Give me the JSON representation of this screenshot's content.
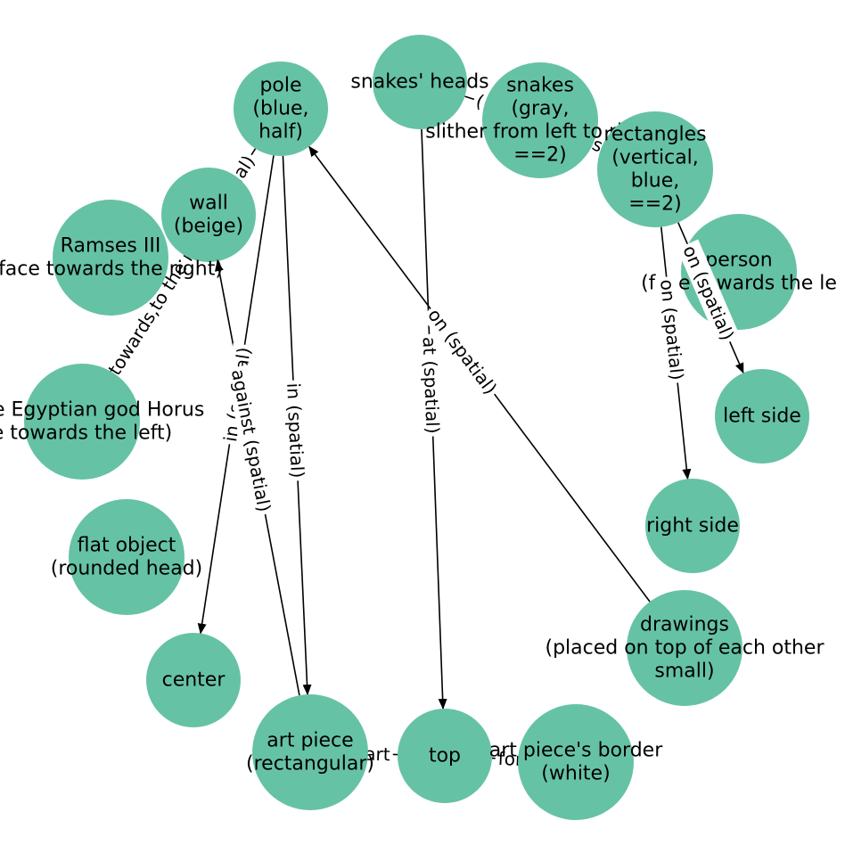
{
  "graph": {
    "node_color": "#66c2a5",
    "edge_color": "#000000",
    "nodes": [
      {
        "id": "pole",
        "lines": [
          "pole",
          "(blue,",
          "half)"
        ]
      },
      {
        "id": "snakes-heads",
        "lines": [
          "snakes' heads"
        ]
      },
      {
        "id": "snakes",
        "lines": [
          "snakes",
          "(gray,",
          "slither from left to right",
          "==2)"
        ]
      },
      {
        "id": "rectangles",
        "lines": [
          "rectangles",
          "(vertical,",
          "blue,",
          "==2)"
        ]
      },
      {
        "id": "wall",
        "lines": [
          "wall",
          "(beige)"
        ]
      },
      {
        "id": "ramses",
        "lines": [
          "Ramses III",
          "face towards the right)"
        ]
      },
      {
        "id": "person",
        "lines": [
          "person",
          "(face towards the le"
        ]
      },
      {
        "id": "horus",
        "lines": [
          "f the Egyptian god Horus",
          "e towards the left)"
        ]
      },
      {
        "id": "left-side",
        "lines": [
          "left side"
        ]
      },
      {
        "id": "right-side",
        "lines": [
          "right side"
        ]
      },
      {
        "id": "flat-object",
        "lines": [
          "flat object",
          "(rounded head)"
        ]
      },
      {
        "id": "drawings",
        "lines": [
          "drawings",
          "(placed on top of each other",
          "small)"
        ]
      },
      {
        "id": "center",
        "lines": [
          "center"
        ]
      },
      {
        "id": "art-piece",
        "lines": [
          "art piece",
          "(rectangular)"
        ]
      },
      {
        "id": "top",
        "lines": [
          "top"
        ]
      },
      {
        "id": "art-border",
        "lines": [
          "art piece's border",
          "(white)"
        ]
      }
    ],
    "edges": [
      {
        "id": "pole-center",
        "from": "pole",
        "to": "center",
        "label": "in (spatial)",
        "arrow": true
      },
      {
        "id": "pole-art",
        "from": "pole",
        "to": "art-piece",
        "label": "in (spatial)",
        "arrow": true
      },
      {
        "id": "art-wall",
        "from": "art-piece",
        "to": "wall",
        "label": "against (spatial)",
        "arrow": true
      },
      {
        "id": "snakesheads-top",
        "from": "snakes-heads",
        "to": "top",
        "label": "at (spatial)",
        "arrow": true
      },
      {
        "id": "drawings-pole",
        "from": "drawings",
        "to": "pole",
        "label": "on (spatial)",
        "arrow": true
      },
      {
        "id": "rectangles-right",
        "from": "rectangles",
        "to": "right-side",
        "label": "on (spatial)",
        "arrow": true
      },
      {
        "id": "rectangles-left",
        "from": "rectangles",
        "to": "left-side",
        "label": "on (spatial)",
        "arrow": true
      },
      {
        "id": "pole-horus",
        "from": "pole",
        "to": "horus",
        "label": "towards,to the right (spatial)",
        "arrow": false
      },
      {
        "id": "snakesheads-snakes",
        "from": "snakes-heads",
        "to": "snakes",
        "label": "(",
        "arrow": false
      },
      {
        "id": "snakes-rectangles",
        "from": "snakes",
        "to": "rectangles",
        "label": "s",
        "arrow": false
      },
      {
        "id": "art-top",
        "from": "art-piece",
        "to": "top",
        "label": "art",
        "arrow": false
      },
      {
        "id": "top-border",
        "from": "top",
        "to": "art-border",
        "label": "for",
        "arrow": false
      }
    ]
  }
}
